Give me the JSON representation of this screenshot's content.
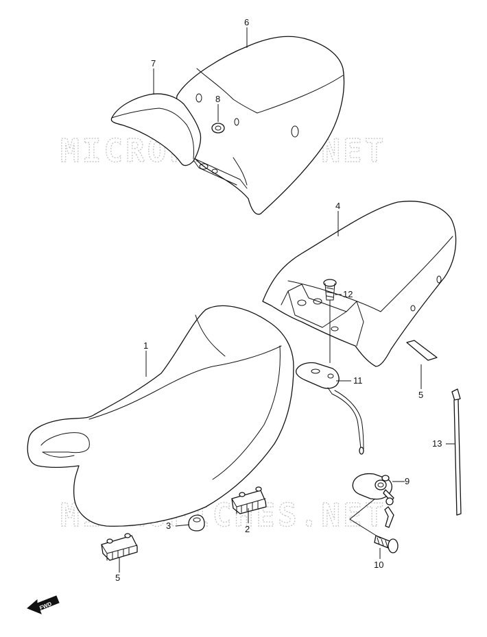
{
  "watermark": "MICROFICHES.NET",
  "fwd_label": "FWD",
  "callouts": [
    {
      "id": "1",
      "label": "1"
    },
    {
      "id": "2",
      "label": "2"
    },
    {
      "id": "3",
      "label": "3"
    },
    {
      "id": "4",
      "label": "4"
    },
    {
      "id": "5a",
      "label": "5"
    },
    {
      "id": "5b",
      "label": "5"
    },
    {
      "id": "6",
      "label": "6"
    },
    {
      "id": "7",
      "label": "7"
    },
    {
      "id": "8",
      "label": "8"
    },
    {
      "id": "9",
      "label": "9"
    },
    {
      "id": "10",
      "label": "10"
    },
    {
      "id": "11",
      "label": "11"
    },
    {
      "id": "12",
      "label": "12"
    },
    {
      "id": "13",
      "label": "13"
    }
  ]
}
